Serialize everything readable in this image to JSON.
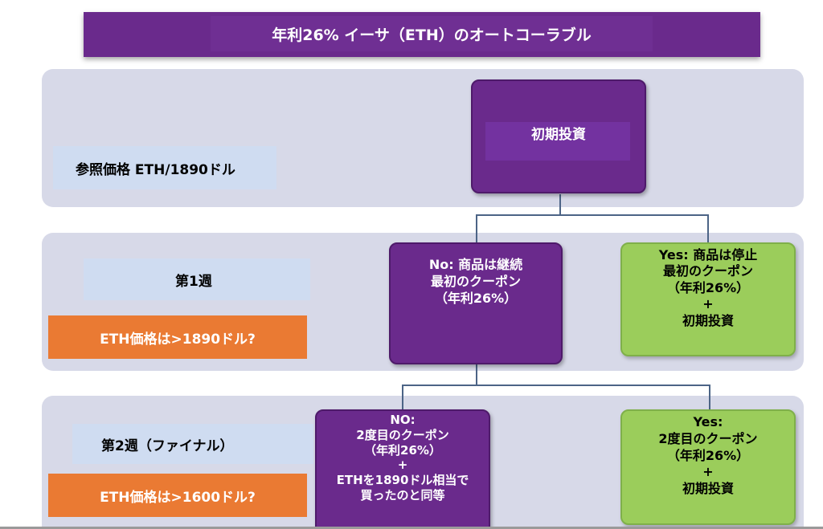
{
  "title": "年利26% イーサ（ETH）のオートコーラブル",
  "row1": {
    "label": "参照価格 ETH/1890ドル",
    "box": "初期投資"
  },
  "row2": {
    "label": "第1週",
    "condition": "ETH価格は>1890ドル?",
    "no": [
      "No: 商品は継続",
      "最初のクーポン",
      "（年利26%）"
    ],
    "yes": [
      "Yes: 商品は停止",
      "最初のクーポン",
      "（年利26%）",
      "+",
      "初期投資"
    ]
  },
  "row3": {
    "label": "第2週（ファイナル）",
    "condition": "ETH価格は>1600ドル?",
    "no": [
      "NO:",
      "2度目のクーポン",
      "（年利26%）",
      "+",
      "ETHを1890ドル相当で",
      "買ったのと同等"
    ],
    "yes": [
      "Yes:",
      "2度目のクーポン",
      "（年利26%）",
      "+",
      "初期投資"
    ]
  }
}
